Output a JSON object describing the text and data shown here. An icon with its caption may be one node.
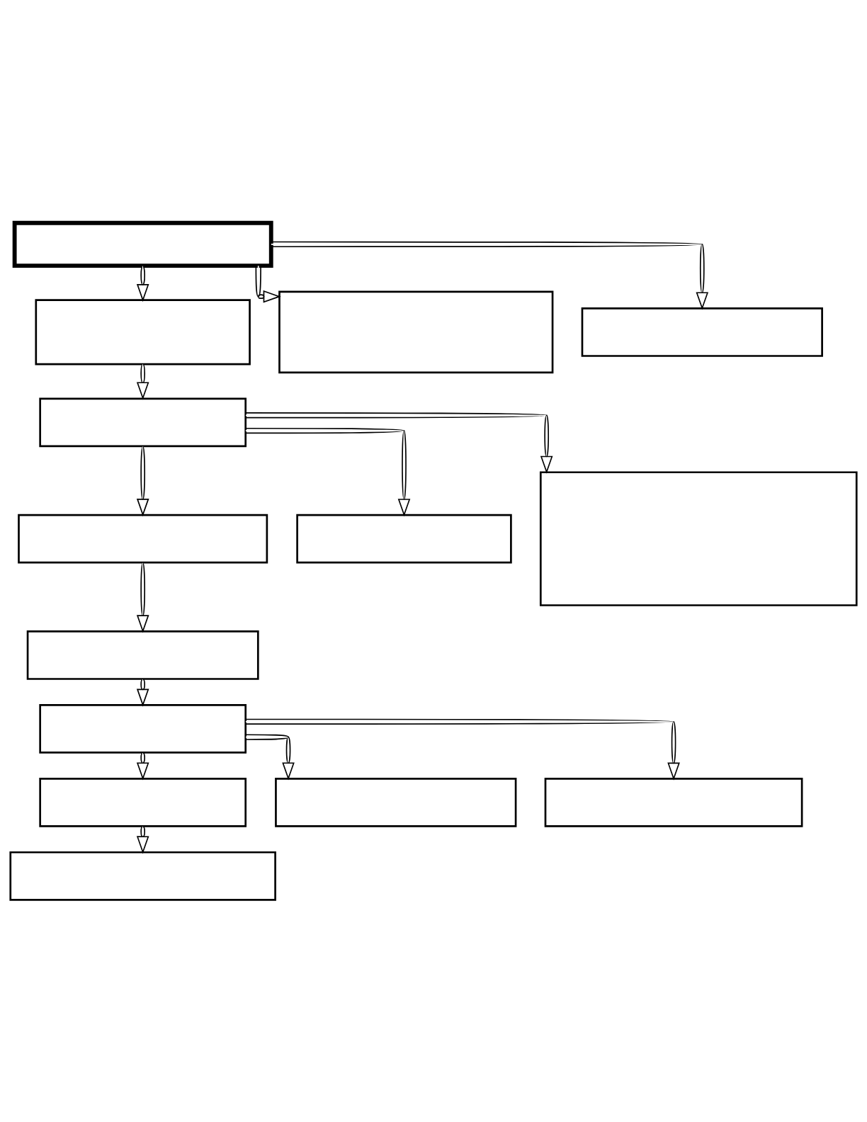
{
  "diagram": {
    "nodes": [
      {
        "text": [],
        "shape": "box"
      },
      {
        "text": [],
        "shape": "box"
      },
      {
        "text": [],
        "shape": "box"
      },
      {
        "text": [],
        "shape": "box"
      },
      {
        "text": [],
        "shape": "box"
      },
      {
        "text": [],
        "shape": "box"
      },
      {
        "text": [],
        "shape": "box"
      },
      {
        "text": [],
        "shape": "box"
      },
      {
        "text": [],
        "shape": "box"
      },
      {
        "text": [],
        "shape": "box"
      },
      {
        "text": [],
        "shape": "box"
      },
      {
        "text": [],
        "shape": "box"
      },
      {
        "text": [],
        "shape": "box"
      },
      {
        "text": [],
        "shape": "box"
      }
    ],
    "edges": [
      {
        "from": 0,
        "to": 1,
        "arrow": "to"
      },
      {
        "from": 0,
        "to": 2,
        "arrow": "to"
      },
      {
        "from": 0,
        "to": 3,
        "arrow": "to"
      },
      {
        "from": 1,
        "to": 4,
        "arrow": "to"
      },
      {
        "from": 4,
        "to": 5,
        "arrow": "to"
      },
      {
        "from": 4,
        "to": 6,
        "arrow": "to"
      },
      {
        "from": 4,
        "to": 7,
        "arrow": "to"
      },
      {
        "from": 5,
        "to": 8,
        "arrow": "to"
      },
      {
        "from": 8,
        "to": 9,
        "arrow": "to"
      },
      {
        "from": 9,
        "to": 10,
        "arrow": "to"
      },
      {
        "from": 9,
        "to": 11,
        "arrow": "to"
      },
      {
        "from": 9,
        "to": 12,
        "arrow": "to"
      },
      {
        "from": 10,
        "to": 13,
        "arrow": "to"
      }
    ]
  }
}
